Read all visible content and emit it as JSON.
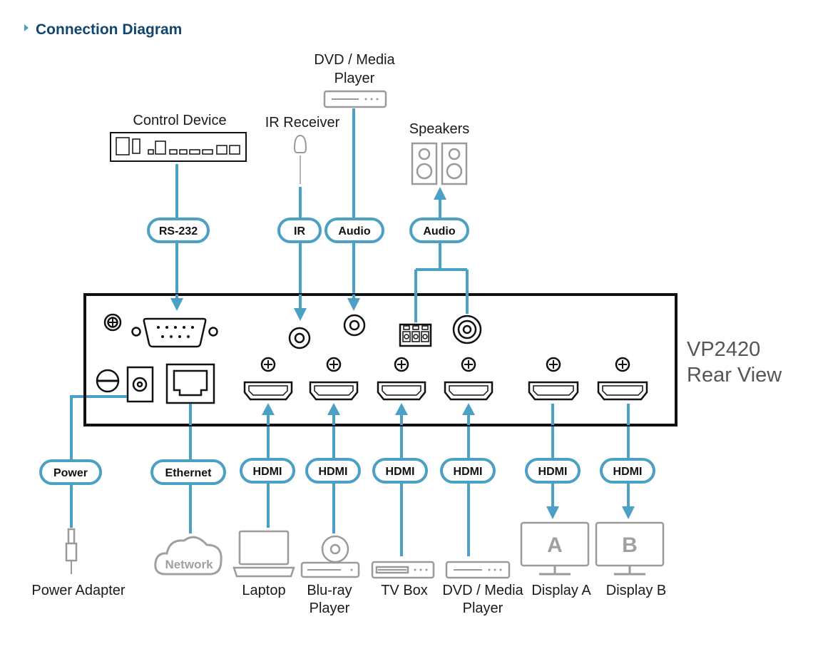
{
  "heading": "Connection Diagram",
  "product": {
    "model": "VP2420",
    "view": "Rear View"
  },
  "accent_color": "#4ba0c5",
  "heading_color": "#10466f",
  "devices": {
    "control_device": "Control Device",
    "ir_receiver": "IR Receiver",
    "dvd_top_line1": "DVD / Media",
    "dvd_top_line2": "Player",
    "speakers": "Speakers",
    "power_adapter": "Power Adapter",
    "network": "Network",
    "laptop": "Laptop",
    "bluray_line1": "Blu-ray",
    "bluray_line2": "Player",
    "tv_box": "TV Box",
    "dvd_bottom_line1": "DVD / Media",
    "dvd_bottom_line2": "Player",
    "display_a": "Display A",
    "display_b": "Display B",
    "display_a_letter": "A",
    "display_b_letter": "B"
  },
  "cables": {
    "rs232": "RS-232",
    "ir": "IR",
    "audio_in": "Audio",
    "audio_out": "Audio",
    "power": "Power",
    "ethernet": "Ethernet",
    "hdmi_in_1": "HDMI",
    "hdmi_in_2": "HDMI",
    "hdmi_in_3": "HDMI",
    "hdmi_in_4": "HDMI",
    "hdmi_out_a": "HDMI",
    "hdmi_out_b": "HDMI"
  },
  "icons": {
    "heading_marker": "triangle-right-icon",
    "screw": "screw-icon",
    "rs232_port": "db9-port-icon",
    "hdmi_port": "hdmi-port-icon",
    "rj45_port": "rj45-port-icon",
    "audio_jack": "audio-jack-icon",
    "terminal_block": "terminal-block-icon",
    "speaker": "speaker-icon",
    "laptop": "laptop-icon",
    "display": "monitor-icon",
    "network": "cloud-icon"
  }
}
